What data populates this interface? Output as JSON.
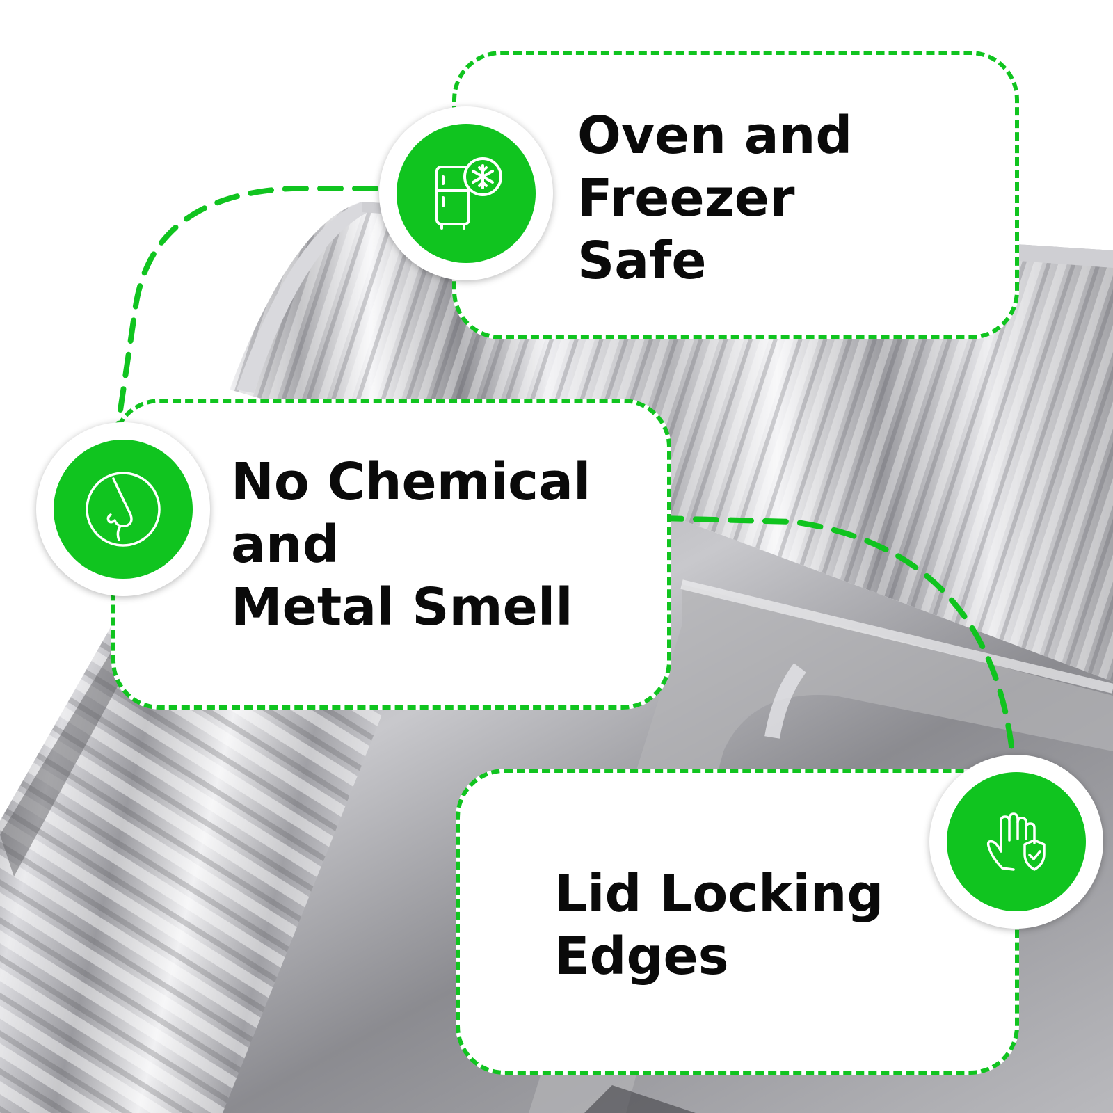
{
  "colors": {
    "accent_green": "#10c41f",
    "card_background": "#ffffff",
    "text": "#0a0a0a",
    "foil_light": "#e8e8ea",
    "foil_dark": "#7d7d82"
  },
  "features": [
    {
      "id": "oven-freezer",
      "icon": "fridge-snowflake-icon",
      "lines": [
        "Oven and",
        "Freezer",
        "Safe"
      ]
    },
    {
      "id": "no-smell",
      "icon": "nose-icon",
      "lines": [
        "No Chemical",
        "and",
        "Metal Smell"
      ]
    },
    {
      "id": "lid-locking",
      "icon": "hand-shield-icon",
      "lines": [
        "Lid Locking",
        "Edges"
      ]
    }
  ]
}
